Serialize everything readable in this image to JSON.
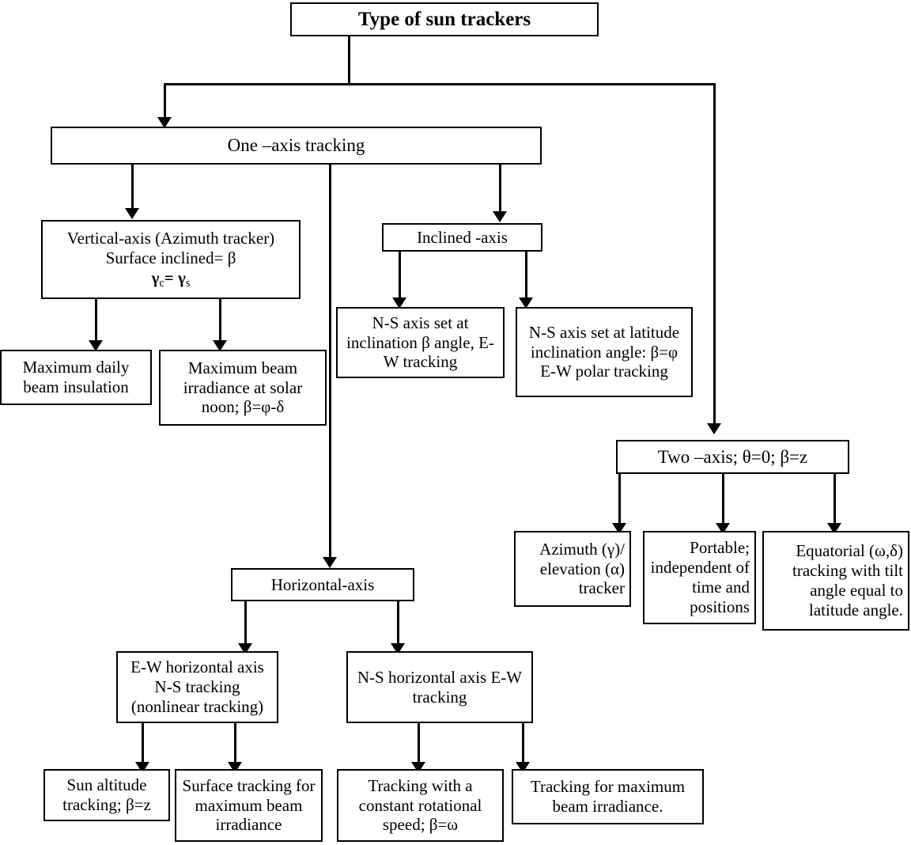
{
  "diagram": {
    "title": "Type of sun trackers",
    "root": {
      "label": "Type of sun trackers"
    },
    "branches": {
      "one_axis": {
        "label": "One –axis tracking"
      },
      "two_axis": {
        "label": "Two –axis; θ=0; β=z"
      }
    },
    "nodes": {
      "vertical_axis": {
        "line1": "Vertical-axis (Azimuth tracker)",
        "line2": "Surface inclined= β",
        "line3_base1": "γ",
        "line3_sub1": "c",
        "line3_mid": "= γ",
        "line3_sub2": "s"
      },
      "max_daily_beam": "Maximum daily beam insulation",
      "max_beam_solar_noon": "Maximum beam irradiance at solar noon; β=φ-δ",
      "inclined_axis": "Inclined -axis",
      "ns_inclination_beta": "N-S axis set at inclination β angle, E-W tracking",
      "ns_latitude_inclination": "N-S axis set at latitude inclination angle: β=φ E-W polar tracking",
      "horizontal_axis": "Horizontal-axis",
      "ew_horizontal": "E-W horizontal axis N-S tracking (nonlinear tracking)",
      "ns_horizontal": "N-S horizontal axis E-W tracking",
      "sun_altitude": "Sun altitude tracking; β=z",
      "surface_tracking_max": "Surface tracking for maximum beam irradiance",
      "constant_rotational": "Tracking with a constant rotational speed; β=ω",
      "tracking_max_beam": "Tracking for maximum beam irradiance.",
      "azimuth_elevation": "Azimuth (γ)/ elevation (α) tracker",
      "portable": "Portable; independent of time and positions",
      "equatorial": "Equatorial (ω,δ) tracking with tilt angle equal to latitude  angle."
    },
    "colors": {
      "stroke": "#000000",
      "background": "#ffffff",
      "text": "#000000"
    }
  },
  "chart_data": {
    "type": "table",
    "title": "Type of sun trackers",
    "note": "Hierarchical flowchart of sun tracker classifications",
    "levels": [
      {
        "level": 0,
        "items": [
          "Type of sun trackers"
        ]
      },
      {
        "level": 1,
        "items": [
          "One –axis tracking",
          "Two –axis; θ=0; β=z"
        ]
      },
      {
        "level": 2,
        "parent": "One –axis tracking",
        "items": [
          "Vertical-axis (Azimuth tracker) Surface inclined= β γc= γs",
          "Inclined -axis",
          "Horizontal-axis"
        ]
      },
      {
        "level": 2,
        "parent": "Two –axis; θ=0; β=z",
        "items": [
          "Azimuth (γ)/ elevation (α) tracker",
          "Portable; independent of time and positions",
          "Equatorial (ω,δ) tracking with tilt angle equal to latitude  angle."
        ]
      },
      {
        "level": 3,
        "parent": "Vertical-axis (Azimuth tracker)",
        "items": [
          "Maximum daily beam insulation",
          "Maximum beam irradiance at solar noon; β=φ-δ"
        ]
      },
      {
        "level": 3,
        "parent": "Inclined -axis",
        "items": [
          "N-S axis set at inclination β angle, E-W tracking",
          "N-S axis set at latitude inclination angle: β=φ E-W polar tracking"
        ]
      },
      {
        "level": 3,
        "parent": "Horizontal-axis",
        "items": [
          "E-W horizontal axis N-S tracking (nonlinear tracking)",
          "N-S horizontal axis E-W tracking"
        ]
      },
      {
        "level": 4,
        "parent": "E-W horizontal axis N-S tracking (nonlinear tracking)",
        "items": [
          "Sun altitude tracking; β=z",
          "Surface tracking for maximum beam irradiance"
        ]
      },
      {
        "level": 4,
        "parent": "N-S horizontal axis E-W tracking",
        "items": [
          "Tracking with a constant rotational speed; β=ω",
          "Tracking for maximum beam irradiance."
        ]
      }
    ]
  }
}
